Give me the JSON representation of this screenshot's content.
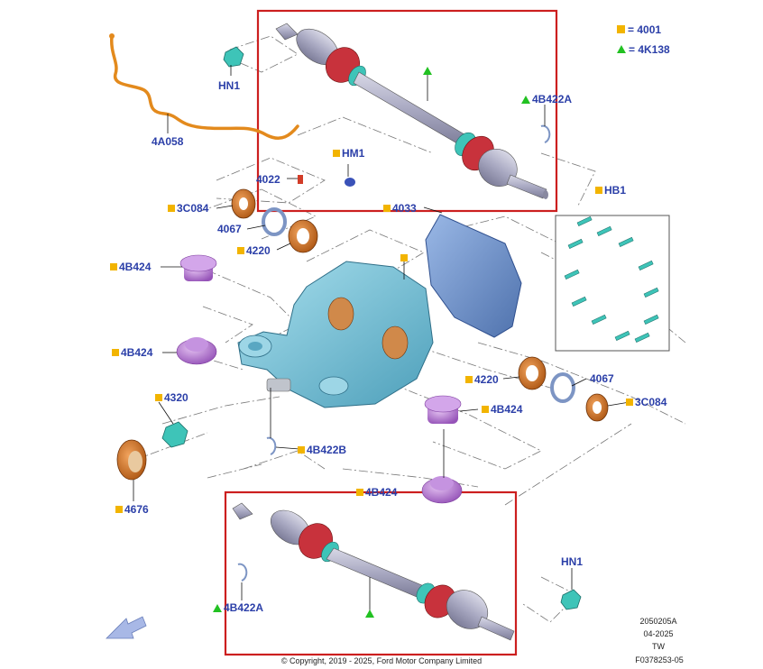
{
  "legend": {
    "square_label": "= 4001",
    "triangle_label": "= 4K138"
  },
  "callouts": {
    "hn1_top": "HN1",
    "a4a058": "4A058",
    "b4b422a_top": "4B422A",
    "hm1": "HM1",
    "n4022": "4022",
    "n4033": "4033",
    "c3c084_left": "3C084",
    "n4067_left": "4067",
    "n4220_left": "4220",
    "hb1": "HB1",
    "b4b424_1": "4B424",
    "b4b424_2": "4B424",
    "n4220_right": "4220",
    "n4067_right": "4067",
    "c3c084_right": "3C084",
    "b4b424_3": "4B424",
    "n4320": "4320",
    "b4b422b": "4B422B",
    "n4676": "4676",
    "b4b424_4": "4B424",
    "hn1_bottom": "HN1",
    "b4b422a_bottom": "4B422A"
  },
  "meta": {
    "code": "2050205A",
    "date": "04-2025",
    "region": "TW",
    "figure": "F0378253-05"
  },
  "copyright": "© Copyright, 2019 - 2025, Ford Motor Company Limited",
  "colors": {
    "callout_text": "#2b3fa8",
    "square_marker": "#f2b400",
    "triangle_marker": "#22c122",
    "highlight_box": "#cc1f1f",
    "housing": "#7fc6dc",
    "cover": "#6d92c8",
    "seal": "#d9741c",
    "cap": "#b87ad8",
    "nut": "#3ec4b8",
    "boot": "#c8323c",
    "shaft": "#a9a9c2"
  }
}
